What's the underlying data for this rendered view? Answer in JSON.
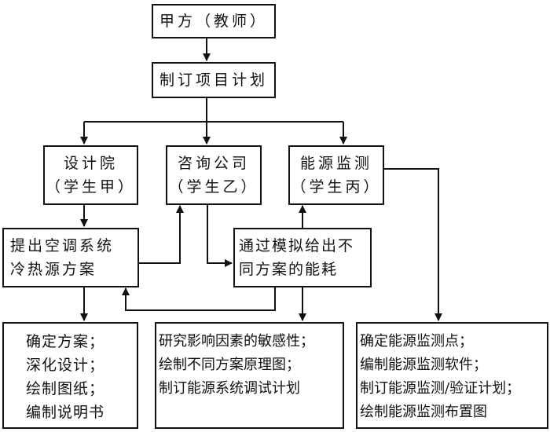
{
  "diagram": {
    "nodes": {
      "client": {
        "lines": [
          "甲方（教师）"
        ]
      },
      "plan": {
        "lines": [
          "制订项目计划"
        ]
      },
      "design": {
        "lines": [
          "设计院",
          "（学生甲）"
        ]
      },
      "consult": {
        "lines": [
          "咨询公司",
          "（学生乙）"
        ]
      },
      "energy": {
        "lines": [
          "能源监测",
          "（学生丙）"
        ]
      },
      "proposal": {
        "lines": [
          "提出空调系统",
          "冷热源方案"
        ]
      },
      "simulation": {
        "lines": [
          "通过模拟给出不",
          "同方案的能耗"
        ]
      },
      "design_tasks": {
        "lines": [
          "确定方案；",
          "深化设计；",
          "绘制图纸；",
          "编制说明书"
        ]
      },
      "consult_tasks": {
        "lines": [
          "研究影响因素的敏感性；",
          "绘制不同方案原理图；",
          "制订能源系统调试计划"
        ]
      },
      "energy_tasks": {
        "lines": [
          "确定能源监测点；",
          "编制能源监测软件；",
          "制订能源监测/验证计划；",
          "绘制能源监测布置图"
        ]
      }
    },
    "edges": [
      {
        "from": "client",
        "to": "plan"
      },
      {
        "from": "plan",
        "to": "design"
      },
      {
        "from": "plan",
        "to": "consult"
      },
      {
        "from": "plan",
        "to": "energy"
      },
      {
        "from": "design",
        "to": "proposal"
      },
      {
        "from": "proposal",
        "to": "consult"
      },
      {
        "from": "consult",
        "to": "simulation"
      },
      {
        "from": "simulation",
        "to": "energy"
      },
      {
        "from": "simulation",
        "to": "proposal"
      },
      {
        "from": "proposal",
        "to": "design_tasks"
      },
      {
        "from": "simulation",
        "to": "consult_tasks"
      },
      {
        "from": "energy",
        "to": "energy_tasks"
      }
    ],
    "line_color": "#111111"
  }
}
